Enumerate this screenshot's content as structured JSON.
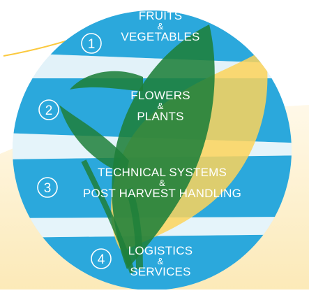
{
  "colors": {
    "band_blue": "#2ba8dc",
    "plant_green": "#1e7f3a",
    "leaf_yellow": "#fdd35a",
    "band_text": "#ffffff",
    "background_wash": "#fdf2d5"
  },
  "sections": [
    {
      "number": "1",
      "line1": "FRUITS",
      "amp": "&",
      "line2": "VEGETABLES"
    },
    {
      "number": "2",
      "line1": "FLOWERS",
      "amp": "&",
      "line2": "PLANTS"
    },
    {
      "number": "3",
      "line1": "TECHNICAL SYSTEMS",
      "amp": "&",
      "line2": "POST HARVEST HANDLING"
    },
    {
      "number": "4",
      "line1": "LOGISTICS",
      "amp": "&",
      "line2": "SERVICES"
    }
  ]
}
